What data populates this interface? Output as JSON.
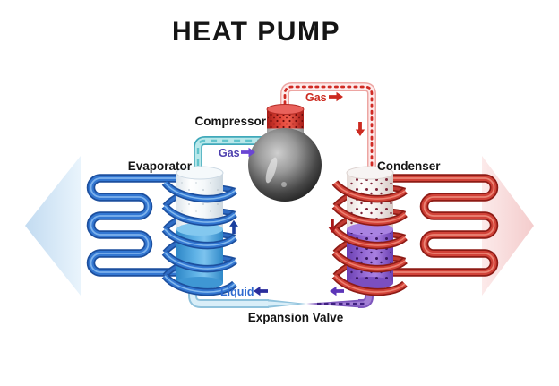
{
  "title": "HEAT PUMP",
  "labels": {
    "compressor": "Compressor",
    "evaporator": "Evaporator",
    "condenser": "Condenser",
    "hot_gas": "Gas",
    "cold_gas": "Gas",
    "liquid": "Liquid",
    "expansion_valve": "Expansion Valve"
  },
  "flow_arrows": {
    "hot_gas_direction": "right",
    "hot_gas_pipe_direction": "down",
    "cold_gas_direction": "right",
    "liquid_direction": "left",
    "condensed_liquid_direction": "left",
    "evaporator_flow": "up",
    "condenser_flow": "down"
  },
  "colors": {
    "title_ink": "#151515",
    "label_ink": "#151515",
    "hot_red": "#cc2a20",
    "cold_gas_text": "#4d3fae",
    "cold_gas_arrow": "#6a46d4",
    "liquid_text": "#2f6bd0",
    "liquid_arrow": "#2a2d9c",
    "condensed_liquid_arrow": "#5c35b8",
    "evaporator_up_arrow": "#1a3f9e",
    "condenser_down_arrow": "#aa1818",
    "cold_side_arrow": "#cfe4f5",
    "hot_side_arrow": "#f7d4d4",
    "cold_coil_blue": "#3377d2",
    "hot_coil_red": "#d14238",
    "suction_pipe_teal": "#3fa9ba",
    "discharge_pipe_pink": "#eda5a2",
    "liquid_pipe_blue": "#8fc2dc",
    "liquid_pipe_purple": "#7e57bd"
  }
}
